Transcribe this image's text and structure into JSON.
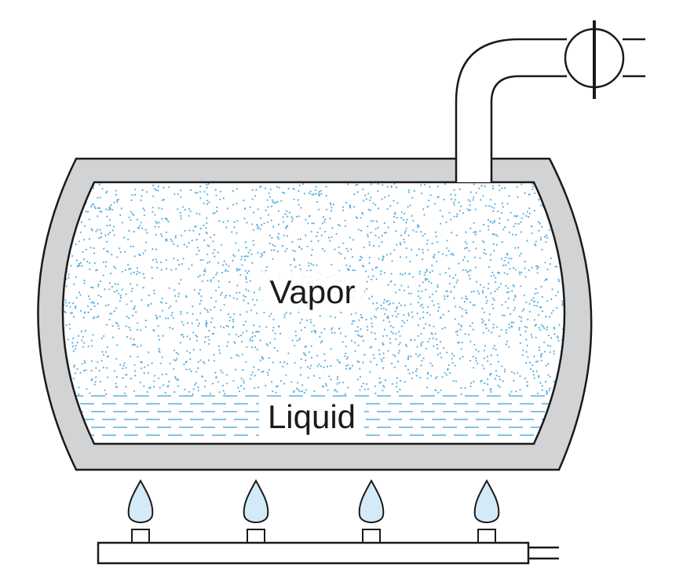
{
  "diagram": {
    "vapor_label": "Vapor",
    "liquid_label": "Liquid",
    "burner_count": 4
  },
  "colors": {
    "outline": "#1a1a1a",
    "shell": "#d2d3d5",
    "vapor_dots": "#5aaee0",
    "liquid_lines": "#5aaee0",
    "flame_fill": "#d3eaf8",
    "background": "#ffffff"
  }
}
